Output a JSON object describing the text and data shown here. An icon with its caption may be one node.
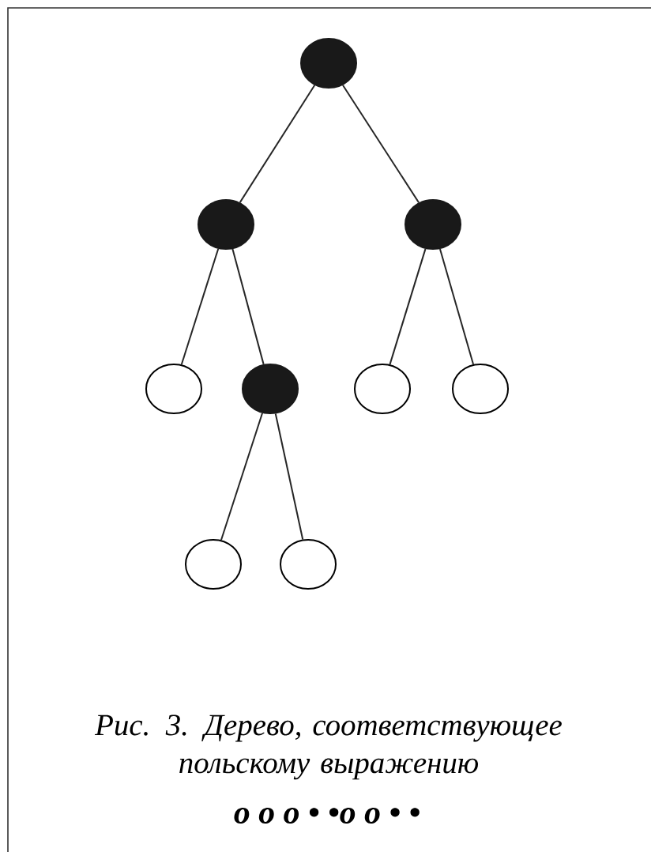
{
  "diagram": {
    "caption": "Рис. 3. Дерево, соответствующее польскому выражению",
    "nodes": [
      {
        "text": [],
        "shape": "disc"
      },
      {
        "text": [],
        "shape": "disc"
      },
      {
        "text": [],
        "shape": "disc"
      },
      {
        "text": [],
        "shape": "circle"
      },
      {
        "text": [],
        "shape": "disc"
      },
      {
        "text": [],
        "shape": "circle"
      },
      {
        "text": [],
        "shape": "circle"
      },
      {
        "text": [],
        "shape": "circle"
      },
      {
        "text": [],
        "shape": "circle"
      }
    ],
    "edges": [
      {
        "from": 0,
        "to": 1,
        "arrow": "none"
      },
      {
        "from": 0,
        "to": 2,
        "arrow": "none"
      },
      {
        "from": 1,
        "to": 3,
        "arrow": "none"
      },
      {
        "from": 1,
        "to": 4,
        "arrow": "none"
      },
      {
        "from": 2,
        "to": 5,
        "arrow": "none"
      },
      {
        "from": 2,
        "to": 6,
        "arrow": "none"
      },
      {
        "from": 4,
        "to": 7,
        "arrow": "none"
      },
      {
        "from": 4,
        "to": 8,
        "arrow": "none"
      }
    ],
    "labels": [
      "o o o • •o o • •"
    ]
  }
}
